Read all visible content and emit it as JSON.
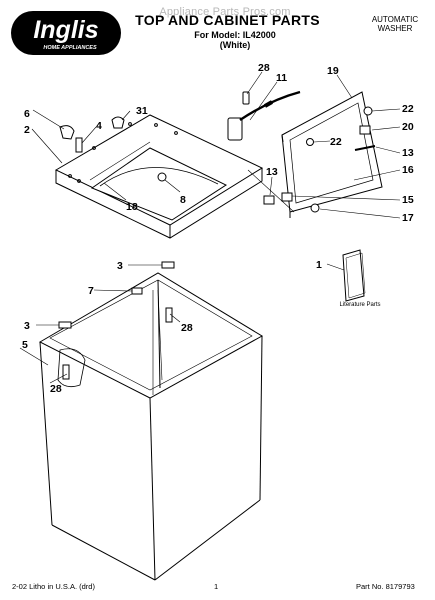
{
  "header": {
    "brand": "Inglis",
    "brand_tagline": "HOME APPLIANCES",
    "watermark": "Appliance Parts Pros.com",
    "title": "TOP AND CABINET PARTS",
    "model_line": "For Model: IL42000",
    "color_line": "(White)",
    "appliance_type": [
      "AUTOMATIC",
      "WASHER"
    ]
  },
  "callouts": {
    "c28a": "28",
    "c11": "11",
    "c19": "19",
    "c6": "6",
    "c31": "31",
    "c4": "4",
    "c2": "2",
    "c22a": "22",
    "c20": "20",
    "c22b": "22",
    "c13a": "13",
    "c16": "16",
    "c13b": "13",
    "c15": "15",
    "c17": "17",
    "c18": "18",
    "c8": "8",
    "c1": "1",
    "c3a": "3",
    "c7": "7",
    "c28b": "28",
    "c3b": "3",
    "c5": "5",
    "c28c": "28"
  },
  "literature_label": "Literature Parts",
  "footer": {
    "left": "2-02 Litho in U.S.A. (drd)",
    "center": "1",
    "right": "Part No. 8179793"
  }
}
